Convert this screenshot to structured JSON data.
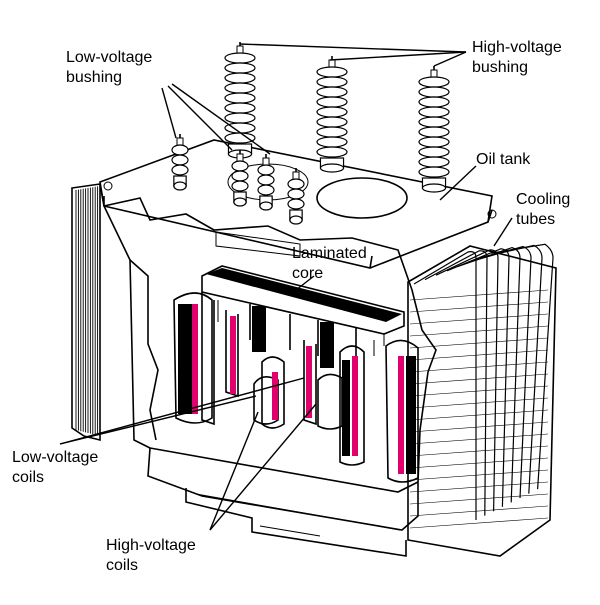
{
  "labels": {
    "low_voltage_bushing": [
      "Low-voltage",
      "bushing"
    ],
    "high_voltage_bushing": [
      "High-voltage",
      "bushing"
    ],
    "oil_tank": [
      "Oil tank"
    ],
    "cooling_tubes": [
      "Cooling",
      "tubes"
    ],
    "laminated_core": [
      "Laminated",
      "core"
    ],
    "low_voltage_coils": [
      "Low-voltage",
      "coils"
    ],
    "high_voltage_coils": [
      "High-voltage",
      "coils"
    ]
  },
  "colors": {
    "coil_accent": "#e0006e",
    "outline": "#000000",
    "background": "#ffffff"
  }
}
